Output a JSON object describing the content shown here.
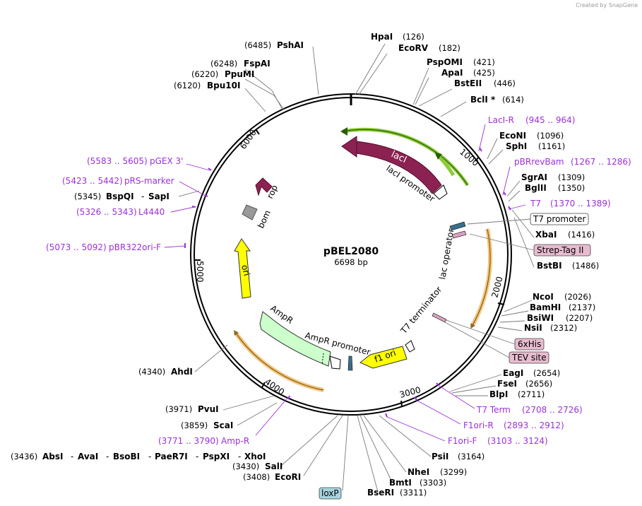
{
  "credit": "Created by SnapGene",
  "plasmid": {
    "name": "pBEL2080",
    "size": "6698 bp"
  },
  "scale_ticks": [
    "1000",
    "2000",
    "3000",
    "4000",
    "5000",
    "6000"
  ],
  "features": {
    "lacI": "lacI",
    "lacI_promoter": "lacI promoter",
    "rop": "rop",
    "bom": "bom",
    "ori": "ori",
    "AmpR": "AmpR",
    "AmpR_promoter": "AmpR promoter",
    "f1_ori": "f1 ori",
    "T7_terminator": "T7 terminator",
    "lac_operator": "lac operator"
  },
  "sites": [
    {
      "name": "PshAI",
      "pos": "(6485)"
    },
    {
      "name": "HpaI",
      "pos": "(126)"
    },
    {
      "name": "EcoRV",
      "pos": "(182)"
    },
    {
      "name": "FspAI",
      "pos": "(6248)"
    },
    {
      "name": "PpuMI",
      "pos": "(6220)"
    },
    {
      "name": "Bpu10I",
      "pos": "(6120)"
    },
    {
      "name": "PspOMI",
      "pos": "(421)"
    },
    {
      "name": "ApaI",
      "pos": "(425)"
    },
    {
      "name": "BstEII",
      "pos": "(446)"
    },
    {
      "name": "BclI *",
      "pos": "(614)"
    },
    {
      "name": "EcoNI",
      "pos": "(1096)"
    },
    {
      "name": "SphI",
      "pos": "(1161)"
    },
    {
      "name": "SgrAI",
      "pos": "(1309)"
    },
    {
      "name": "BglII",
      "pos": "(1350)"
    },
    {
      "name": "XbaI",
      "pos": "(1416)"
    },
    {
      "name": "BstBI",
      "pos": "(1486)"
    },
    {
      "name": "NcoI",
      "pos": "(2026)"
    },
    {
      "name": "BamHI",
      "pos": "(2137)"
    },
    {
      "name": "BsiWI",
      "pos": "(2207)"
    },
    {
      "name": "NsiI",
      "pos": "(2312)"
    },
    {
      "name": "EagI",
      "pos": "(2654)"
    },
    {
      "name": "FseI",
      "pos": "(2656)"
    },
    {
      "name": "BlpI",
      "pos": "(2711)"
    },
    {
      "name": "PsiI",
      "pos": "(3164)"
    },
    {
      "name": "NheI",
      "pos": "(3299)"
    },
    {
      "name": "BmtI",
      "pos": "(3303)"
    },
    {
      "name": "BseRI",
      "pos": "(3311)"
    },
    {
      "name": "SalI",
      "pos": "(3430)"
    },
    {
      "name": "EcoRI",
      "pos": "(3408)"
    },
    {
      "name": "ScaI",
      "pos": "(3859)"
    },
    {
      "name": "PvuI",
      "pos": "(3971)"
    },
    {
      "name": "AhdI",
      "pos": "(4340)"
    },
    {
      "name": "BspQI",
      "pos": "(5345)"
    },
    {
      "name": "SapI",
      "pos": ""
    }
  ],
  "multi_site": {
    "pos": "(3436)",
    "names": [
      "AbsI",
      "AvaI",
      "BsoBI",
      "PaeR7I",
      "PspXI",
      "XhoI"
    ]
  },
  "primers": [
    {
      "name": "LacI-R",
      "range": "(945 .. 964)"
    },
    {
      "name": "pBRrevBam",
      "range": "(1267 .. 1286)"
    },
    {
      "name": "T7",
      "range": "(1370 .. 1389)"
    },
    {
      "name": "T7 Term",
      "range": "(2708 .. 2726)"
    },
    {
      "name": "F1ori-R",
      "range": "(2893 .. 2912)"
    },
    {
      "name": "F1ori-F",
      "range": "(3103 .. 3124)"
    },
    {
      "name": "Amp-R",
      "range": "(3771 .. 3790)"
    },
    {
      "name": "L4440",
      "range": "(5326 .. 5343)"
    },
    {
      "name": "pRS-marker",
      "range": "(5423 .. 5442)"
    },
    {
      "name": "pGEX 3'",
      "range": "(5583 .. 5605)"
    },
    {
      "name": "pBR322ori-F",
      "range": "(5073 .. 5092)"
    }
  ],
  "boxed": {
    "T7_promoter": "T7 promoter",
    "Strep_Tag_II": "Strep-Tag II",
    "his6": "6xHis",
    "TEV_site": "TEV site",
    "loxP": "loxP"
  },
  "colors": {
    "lacI": "#8b2252",
    "rop": "#8b2252",
    "bom": "#999999",
    "ori": "#ffff00",
    "AmpR": "#ccffcc",
    "f1_ori": "#ffff00",
    "primer": "#9b30d9",
    "box_pink": "#e8bcd0",
    "box_blue": "#a8d4e0"
  }
}
